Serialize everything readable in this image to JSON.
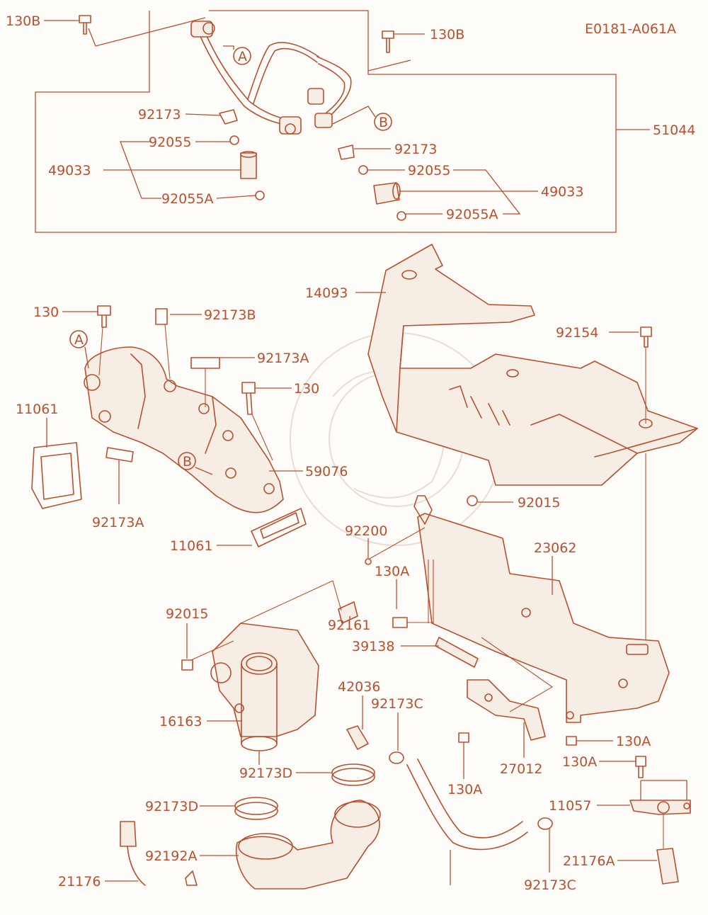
{
  "diagram_code": "E0181-A061A",
  "callouts": {
    "c_130B_a": "130B",
    "c_130B_b": "130B",
    "c_51044": "51044",
    "c_92173_a": "92173",
    "c_92173_b": "92173",
    "c_92055_a": "92055",
    "c_92055_b": "92055",
    "c_49033_a": "49033",
    "c_49033_b": "49033",
    "c_92055A_a": "92055A",
    "c_92055A_b": "92055A",
    "c_14093": "14093",
    "c_130_a": "130",
    "c_92173B": "92173B",
    "c_92173A_a": "92173A",
    "c_130_b": "130",
    "c_11061_a": "11061",
    "c_59076": "59076",
    "c_92173A_b": "92173A",
    "c_11061_b": "11061",
    "c_92154": "92154",
    "c_92015_a": "92015",
    "c_92200": "92200",
    "c_130A_a": "130A",
    "c_23062": "23062",
    "c_92015_b": "92015",
    "c_92161": "92161",
    "c_39138": "39138",
    "c_42036": "42036",
    "c_92173C_a": "92173C",
    "c_16163": "16163",
    "c_130A_b": "130A",
    "c_130A_c": "130A",
    "c_27012": "27012",
    "c_92173D_a": "92173D",
    "c_130A_d": "130A",
    "c_11057": "11057",
    "c_92173D_b": "92173D",
    "c_92192A": "92192A",
    "c_21176A": "21176A",
    "c_21176": "21176",
    "c_92173C_b": "92173C"
  },
  "reference_marks": {
    "ref_A_1": "A",
    "ref_B_1": "B",
    "ref_A_2": "A",
    "ref_B_2": "B"
  }
}
